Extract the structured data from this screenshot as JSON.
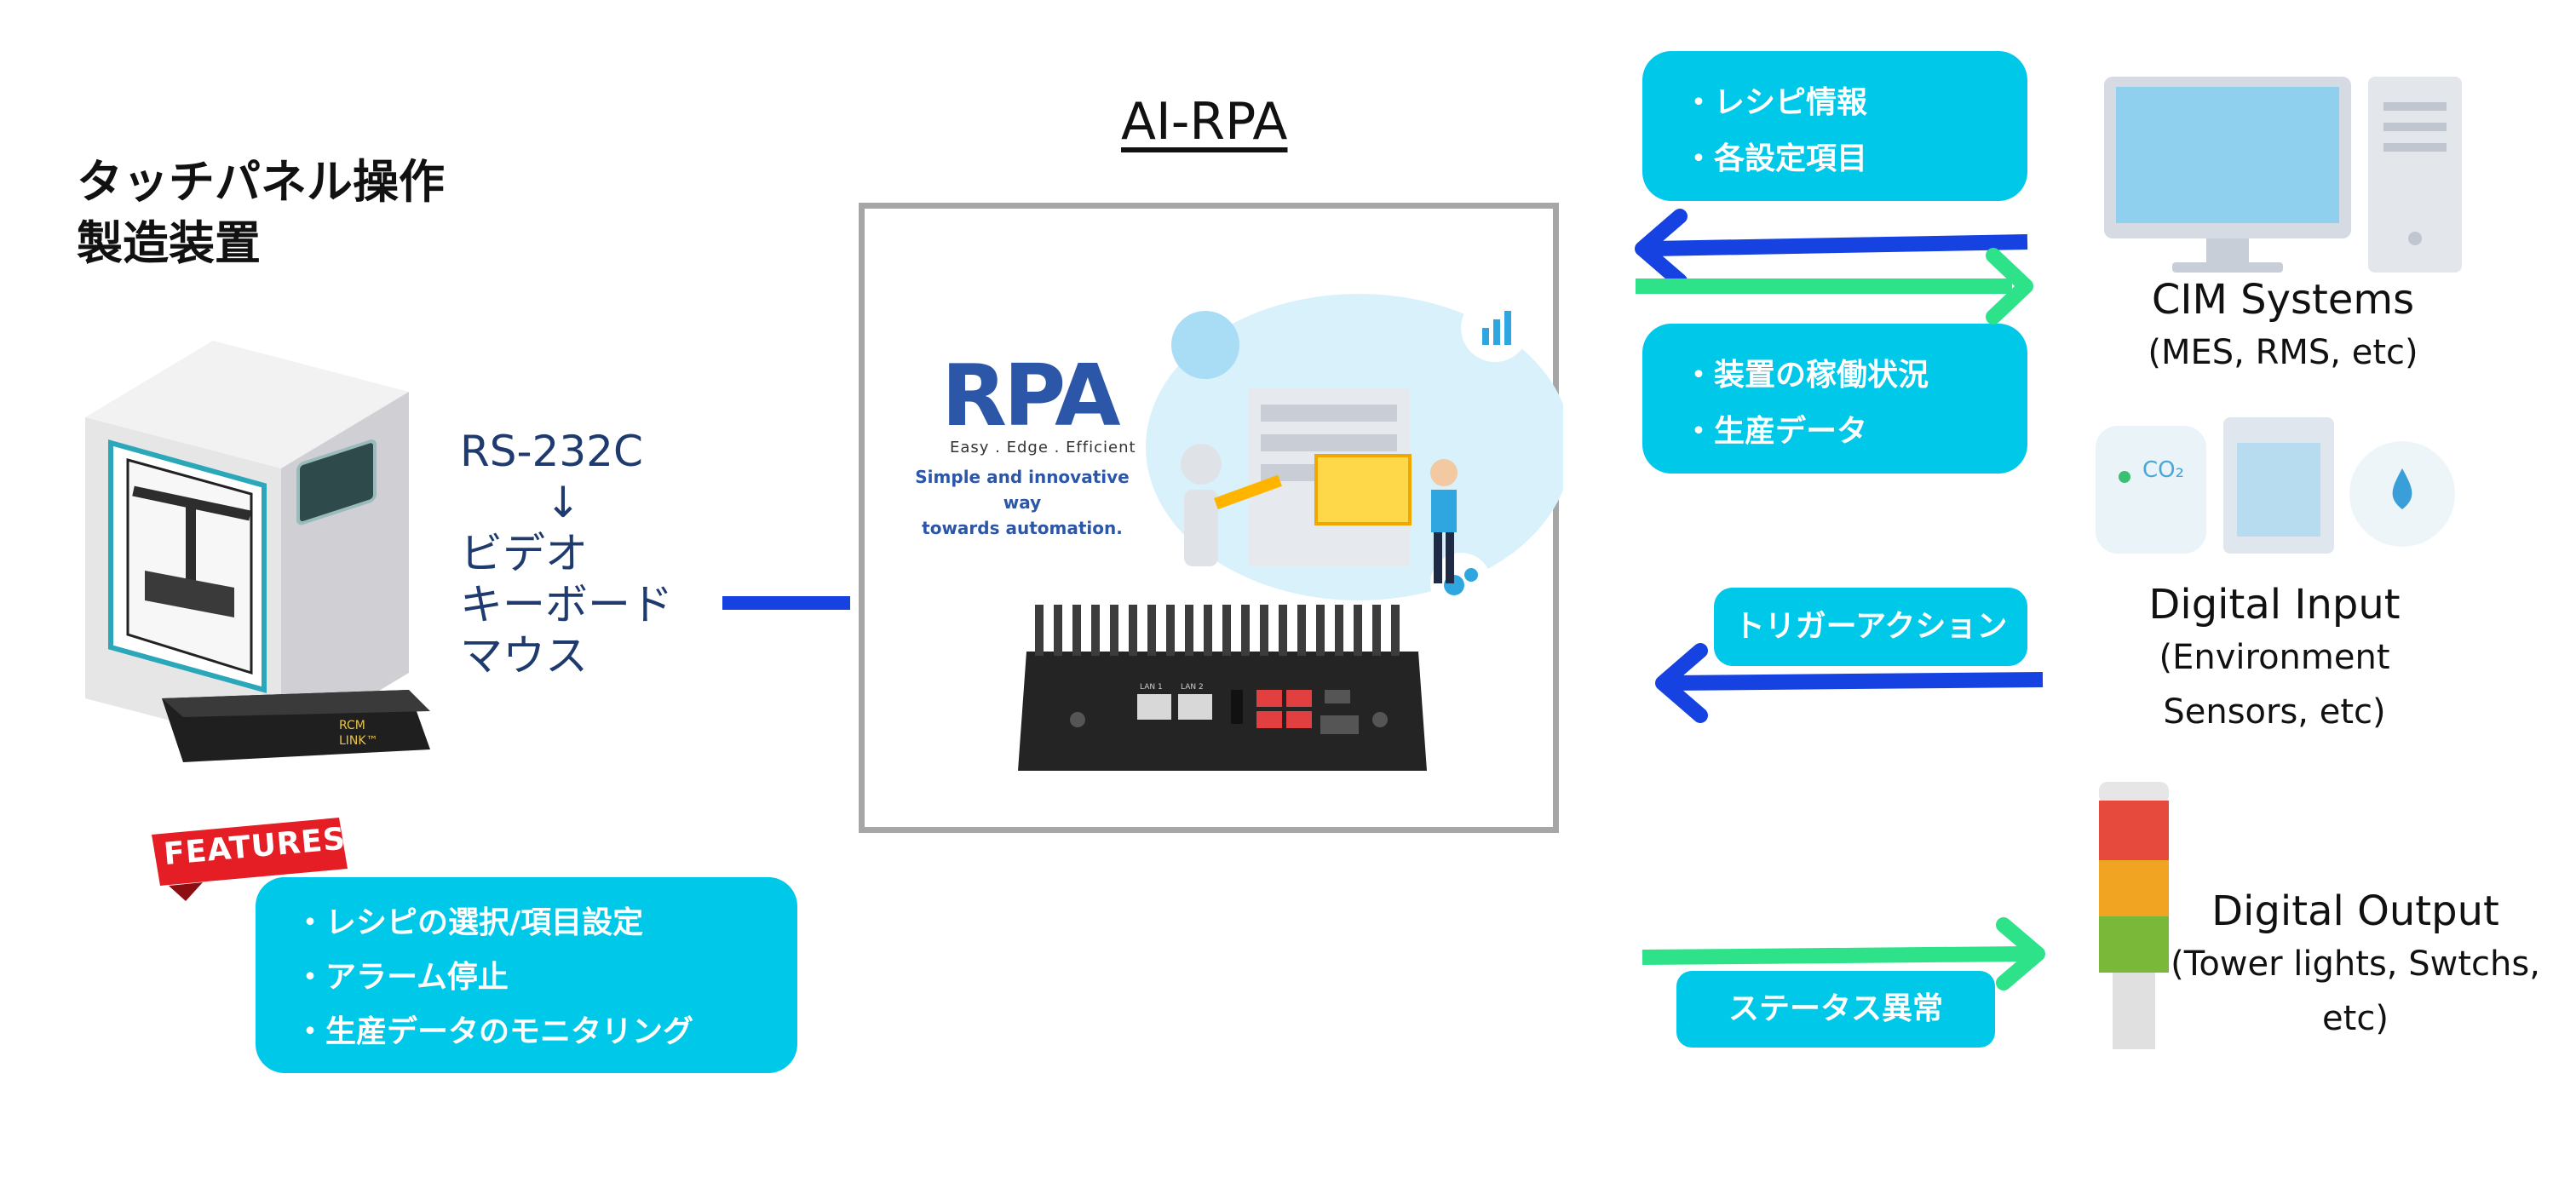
{
  "left_title": [
    "タッチパネル操作",
    "製造装置"
  ],
  "connection_lines": [
    "RS-232C",
    "↓",
    "ビデオ",
    "キーボード",
    "マウス"
  ],
  "features_badge": "FEATURES",
  "features_items": [
    "・レシピの選択/項目設定",
    "・アラーム停止",
    "・生産データのモニタリング"
  ],
  "device_badge": [
    "RCM",
    "LINK™"
  ],
  "center_title": "AI-RPA",
  "rpa_graphic": {
    "logo": "RPA",
    "tagline": "Easy . Edge . Efficient",
    "slogan": [
      "Simple and innovative way",
      "towards automation."
    ]
  },
  "mini_pc_ports": [
    "LAN 1",
    "LAN 2"
  ],
  "flows": {
    "cim_to_device": [
      "・レシピ情報",
      "・各設定項目"
    ],
    "device_to_cim": [
      "・装置の稼働状況",
      "・生産データ"
    ],
    "trigger_action": "トリガーアクション",
    "status_alarm": "ステータス異常"
  },
  "cim": {
    "title": "CIM Systems",
    "sub": "(MES, RMS, etc)"
  },
  "co2_label": "CO₂",
  "digital_input": {
    "title": "Digital Input",
    "sub": [
      "(Environment",
      "Sensors, etc)"
    ]
  },
  "digital_output": {
    "title": "Digital Output",
    "sub": "(Tower lights, Swtchs, etc)"
  },
  "colors": {
    "cyan": "#00c8e8",
    "arrow_blue": "#1542e0",
    "arrow_green": "#2ee28a",
    "rpa_blue": "#2c56a8",
    "rpa_red": "#e23a3a"
  }
}
